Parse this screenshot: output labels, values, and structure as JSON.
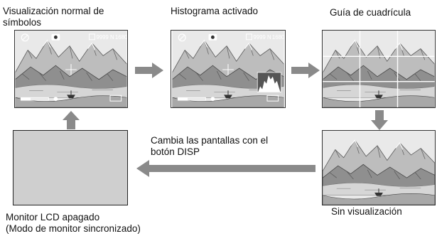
{
  "screens": [
    {
      "id": "normal",
      "caption": [
        "Visualización normal de",
        "símbolos"
      ],
      "overlay": {
        "shots": "9999",
        "resolution": "N",
        "size": "1680"
      }
    },
    {
      "id": "histogram",
      "caption": [
        "Histograma activado"
      ],
      "overlay": {
        "shots": "9999",
        "resolution": "N",
        "size": "1680"
      }
    },
    {
      "id": "grid",
      "caption": [
        "Guía de cuadrícula"
      ]
    },
    {
      "id": "none",
      "caption": [
        "Sin visualización"
      ]
    },
    {
      "id": "lcd-off",
      "caption": [
        "Monitor LCD apagado",
        "(Modo de monitor sincronizado)"
      ]
    }
  ],
  "cycle_note": [
    "Cambia las pantallas con el",
    "botón DISP"
  ],
  "colors": {
    "arrow": "#8a8a8a",
    "lcd_off": "#cfcfcf"
  }
}
